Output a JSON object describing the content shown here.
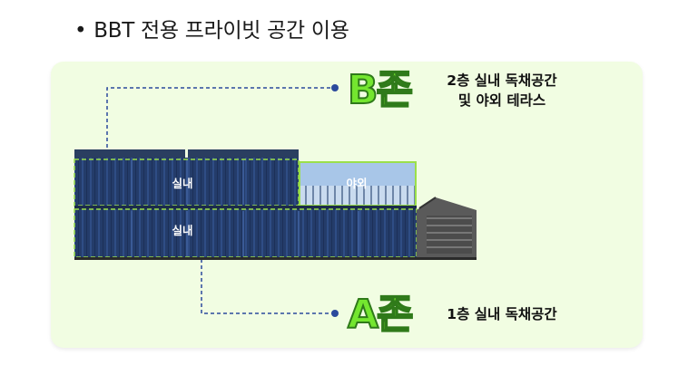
{
  "title": {
    "bullet": "•",
    "text": "BBT 전용 프라이빗 공간 이용"
  },
  "zones": {
    "b": {
      "label": "B존",
      "description_line1": "2층 실내 독채공간",
      "description_line2": "및 야외 테라스"
    },
    "a": {
      "label": "A존",
      "description": "1층 실내 독채공간"
    }
  },
  "building": {
    "upper_indoor_label": "실내",
    "upper_outdoor_label": "야외",
    "lower_indoor_label": "실내"
  },
  "colors": {
    "panel_bg": "#f1fde2",
    "container_blue": "#243c6a",
    "highlight_green": "#9be04a",
    "dashed_line": "#2b4a9c",
    "outdoor_light": "#a8c6e8",
    "stair_gray": "#5a5a5a",
    "zone_text": "#74e62f"
  }
}
